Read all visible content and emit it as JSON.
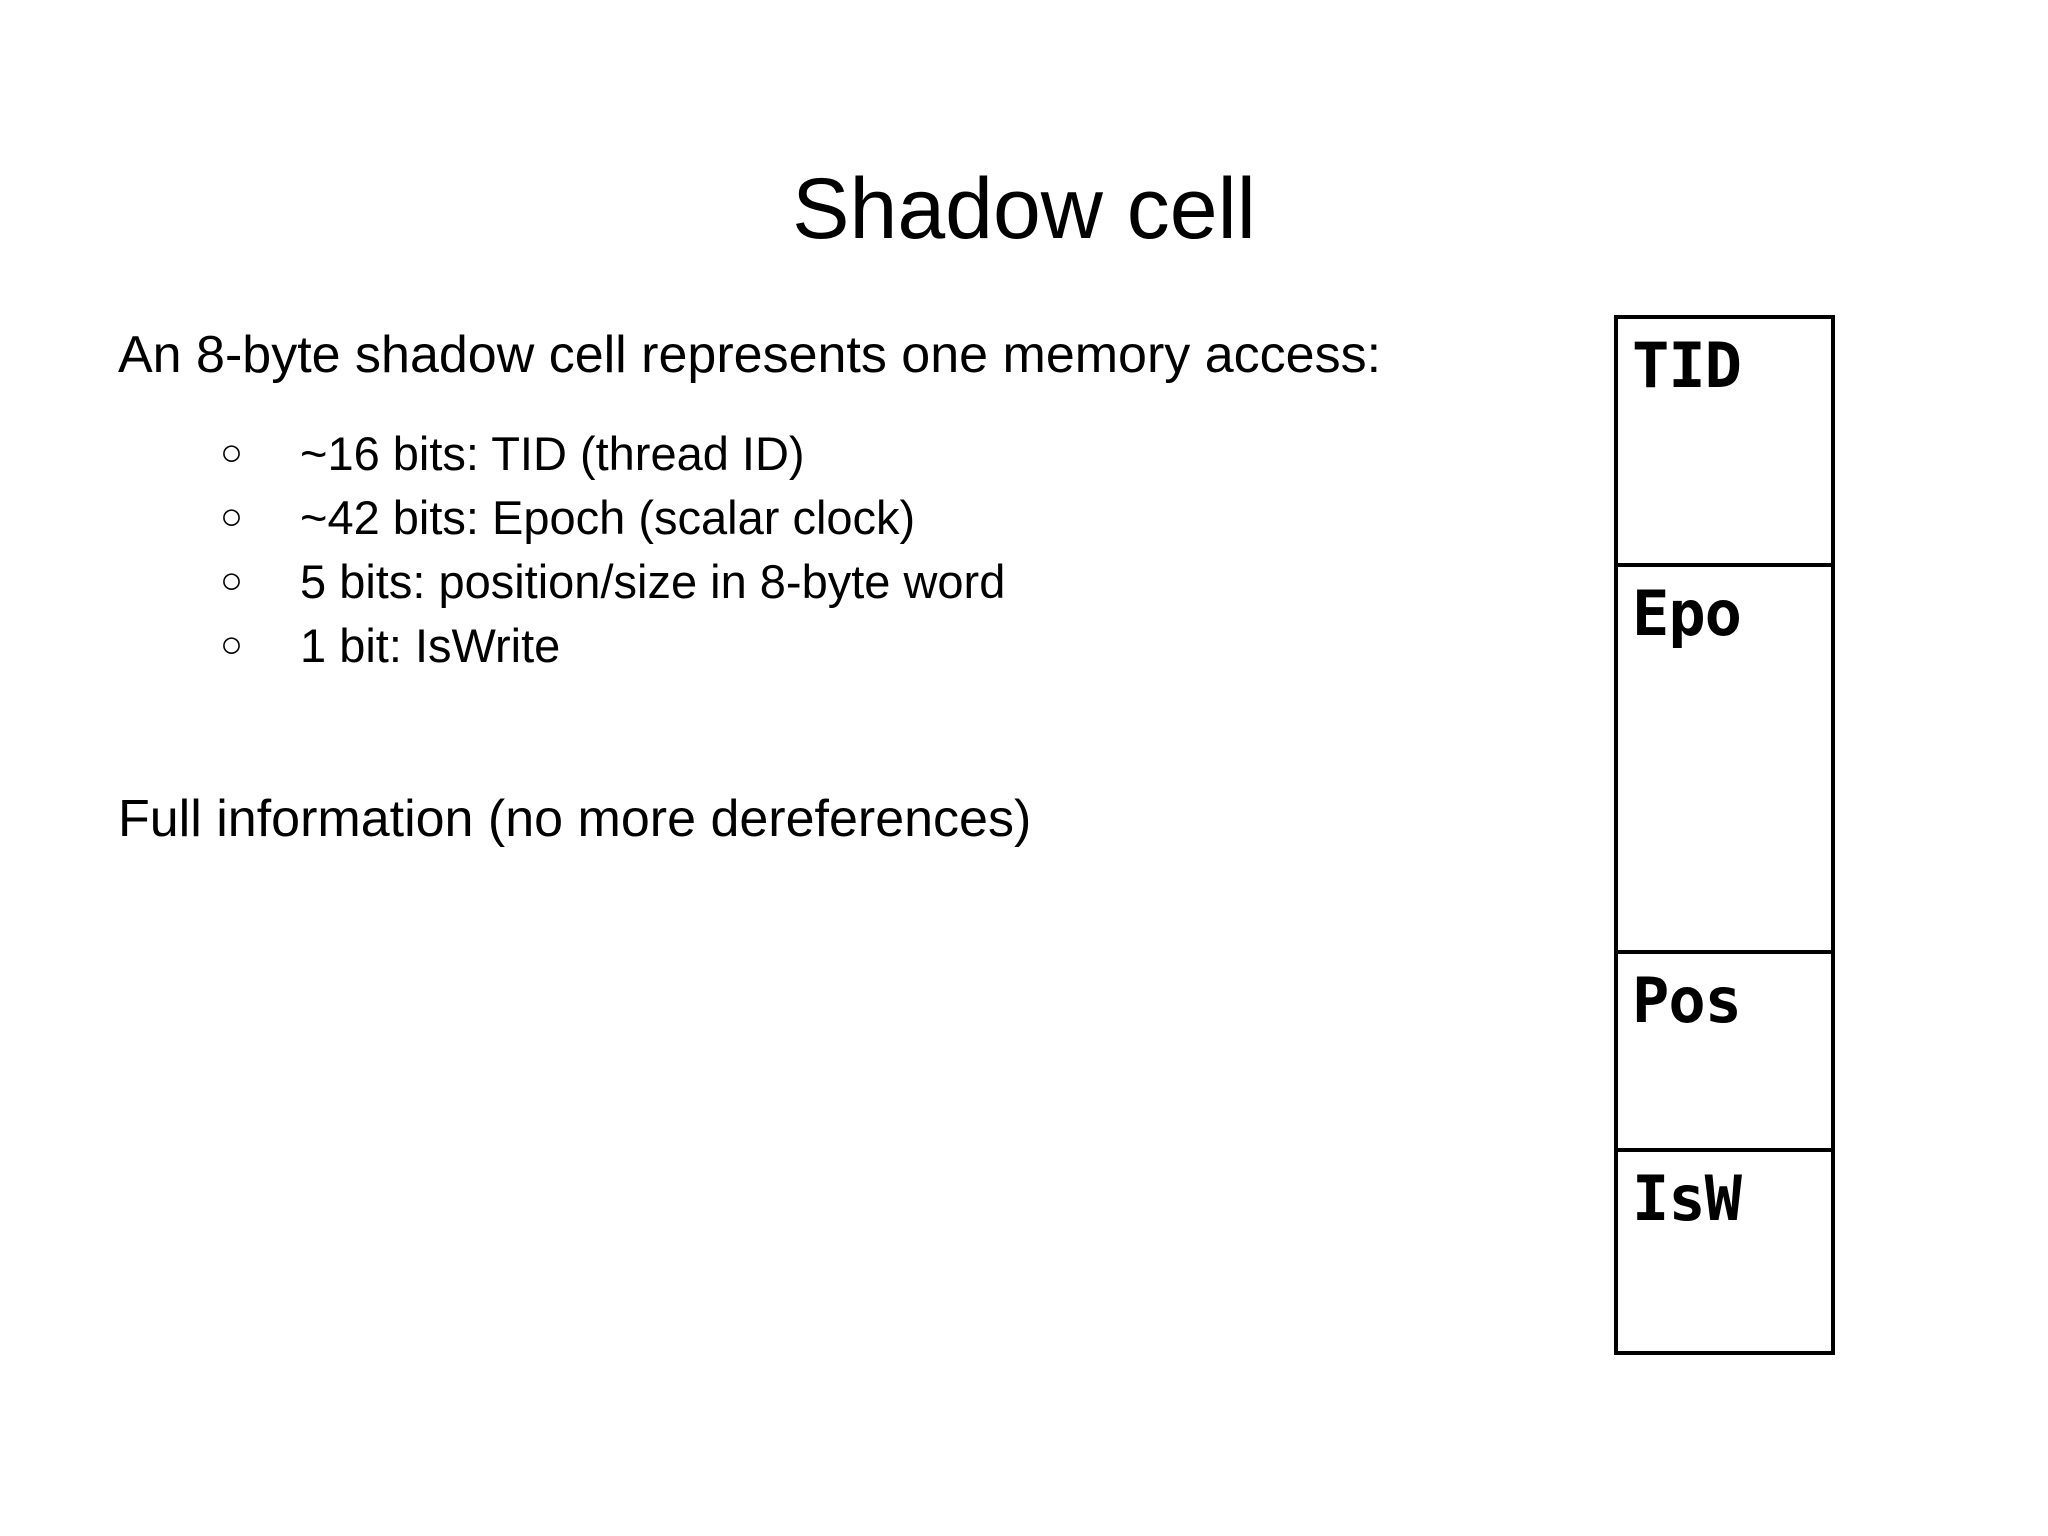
{
  "slide": {
    "title": "Shadow cell",
    "background_color": "#ffffff",
    "text_color": "#000000"
  },
  "body": {
    "intro_paragraph": "An 8-byte shadow cell represents one memory access:",
    "bullets": [
      {
        "marker": "○",
        "text": "~16 bits: TID (thread ID)"
      },
      {
        "marker": "○",
        "text": "~42 bits: Epoch (scalar clock)"
      },
      {
        "marker": "○",
        "text": "5 bits: position/size in 8-byte word"
      },
      {
        "marker": "○",
        "text": "1 bit: IsWrite"
      }
    ],
    "closing_paragraph": "Full information (no more dereferences)"
  },
  "diagram": {
    "name": "shadow-cell-layout",
    "border_color": "#000000",
    "cells": [
      {
        "label": "TID"
      },
      {
        "label": "Epo"
      },
      {
        "label": "Pos"
      },
      {
        "label": "IsW"
      }
    ]
  }
}
